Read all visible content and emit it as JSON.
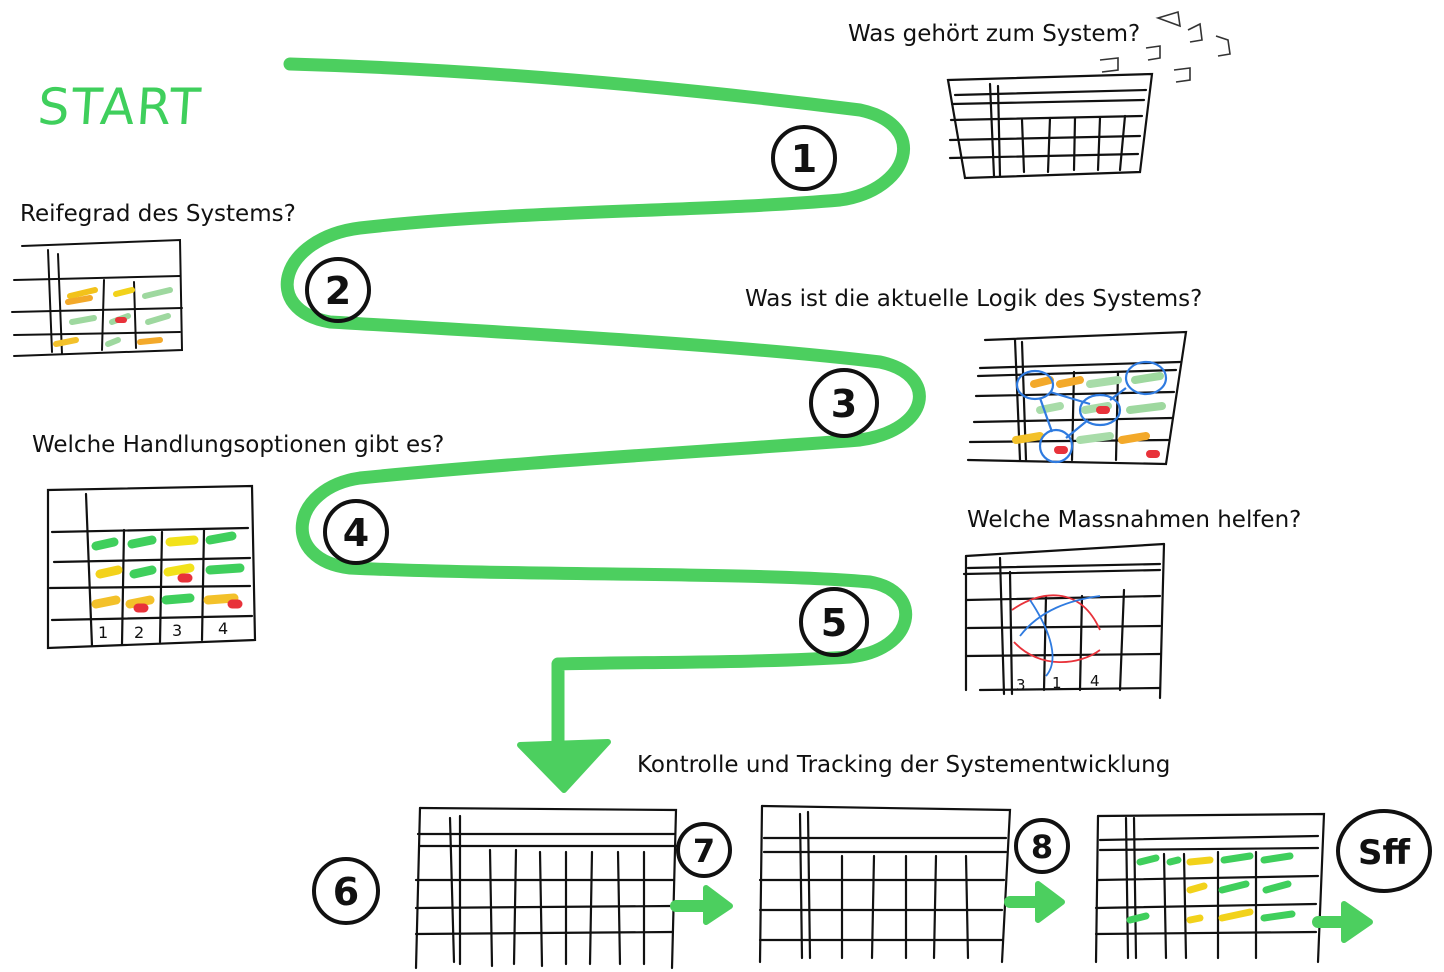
{
  "start_label": "START",
  "steps": [
    {
      "number": "1",
      "question": "Was gehört zum System?"
    },
    {
      "number": "2",
      "question": "Reifegrad des Systems?"
    },
    {
      "number": "3",
      "question": "Was ist die aktuelle Logik des Systems?"
    },
    {
      "number": "4",
      "question": "Welche Handlungsoptionen gibt es?"
    },
    {
      "number": "5",
      "question": "Welche Massnahmen helfen?"
    },
    {
      "number": "6",
      "question": "Kontrolle und Tracking der Systementwicklung"
    },
    {
      "number": "7"
    },
    {
      "number": "8"
    },
    {
      "number": "Sff"
    }
  ],
  "option_columns": [
    "1",
    "2",
    "3",
    "4"
  ],
  "measure_columns": [
    "3",
    "1",
    "4"
  ],
  "colors": {
    "path": "#4ccf5f",
    "start_text": "#3fcf5c",
    "ink": "#111111",
    "green_mark": "#5bcf6a",
    "yellow_mark": "#f2d21b",
    "orange_mark": "#f3a92a",
    "red_mark": "#e8323a",
    "blue_mark": "#2f7be0"
  }
}
